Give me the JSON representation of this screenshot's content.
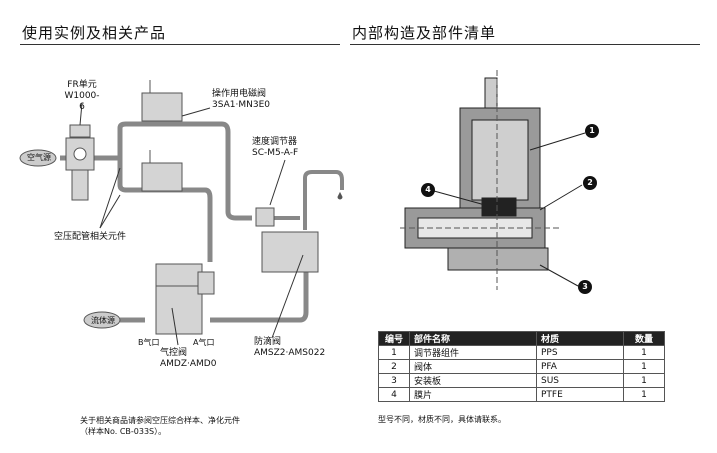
{
  "left": {
    "title": "使用实例及相关产品",
    "labels": {
      "fr_unit": [
        "FR单元",
        "W1000-6"
      ],
      "solenoid": [
        "操作用电磁阀",
        "3SA1·MN3E0"
      ],
      "speed": [
        "速度调节器",
        "SC-M5-A-F"
      ],
      "air_source": "空气源",
      "piping": "空压配管相关元件",
      "fluid_source": "流体源",
      "port_b": "B气口",
      "port_a": "A气口",
      "air_valve": [
        "气控阀",
        "AMDZ·AMD0"
      ],
      "anti_drip": [
        "防滴阀",
        "AMSZ2·AMS022"
      ]
    },
    "note": [
      "关于相关商品请参阅空压综合样本、净化元件",
      "（样本No. CB-033S）。"
    ]
  },
  "right": {
    "title": "内部构造及部件清单",
    "callouts": [
      "1",
      "2",
      "3",
      "4"
    ],
    "table": {
      "headers": [
        "编号",
        "部件名称",
        "材质",
        "数量"
      ],
      "rows": [
        [
          "1",
          "调节器组件",
          "PPS",
          "1"
        ],
        [
          "2",
          "阀体",
          "PFA",
          "1"
        ],
        [
          "3",
          "安装板",
          "SUS",
          "1"
        ],
        [
          "4",
          "膜片",
          "PTFE",
          "1"
        ]
      ]
    },
    "note": "型号不同，材质不同，具体请联系。"
  }
}
